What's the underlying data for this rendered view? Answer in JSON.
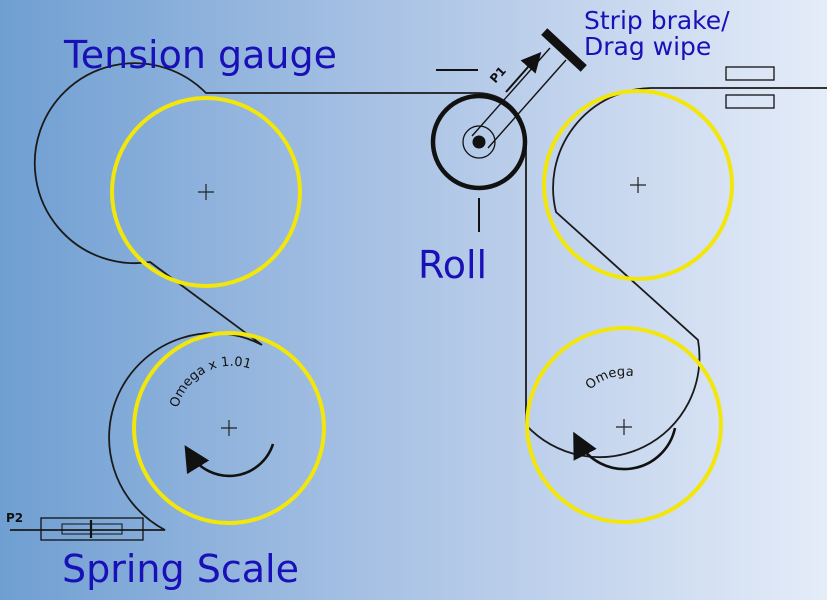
{
  "labels": {
    "tension_gauge": "Tension gauge",
    "strip_brake_line1": "Strip brake/",
    "strip_brake_line2": "Drag wipe",
    "roll": "Roll",
    "spring_scale": "Spring Scale",
    "p1": "P1",
    "p2": "P2",
    "omega_left": "Omega x 1.01",
    "omega_right": "Omega"
  },
  "colors": {
    "drum_rim": "#f2e60a",
    "strip_line": "#1a1a1a",
    "label_blue": "#1a10b8"
  }
}
